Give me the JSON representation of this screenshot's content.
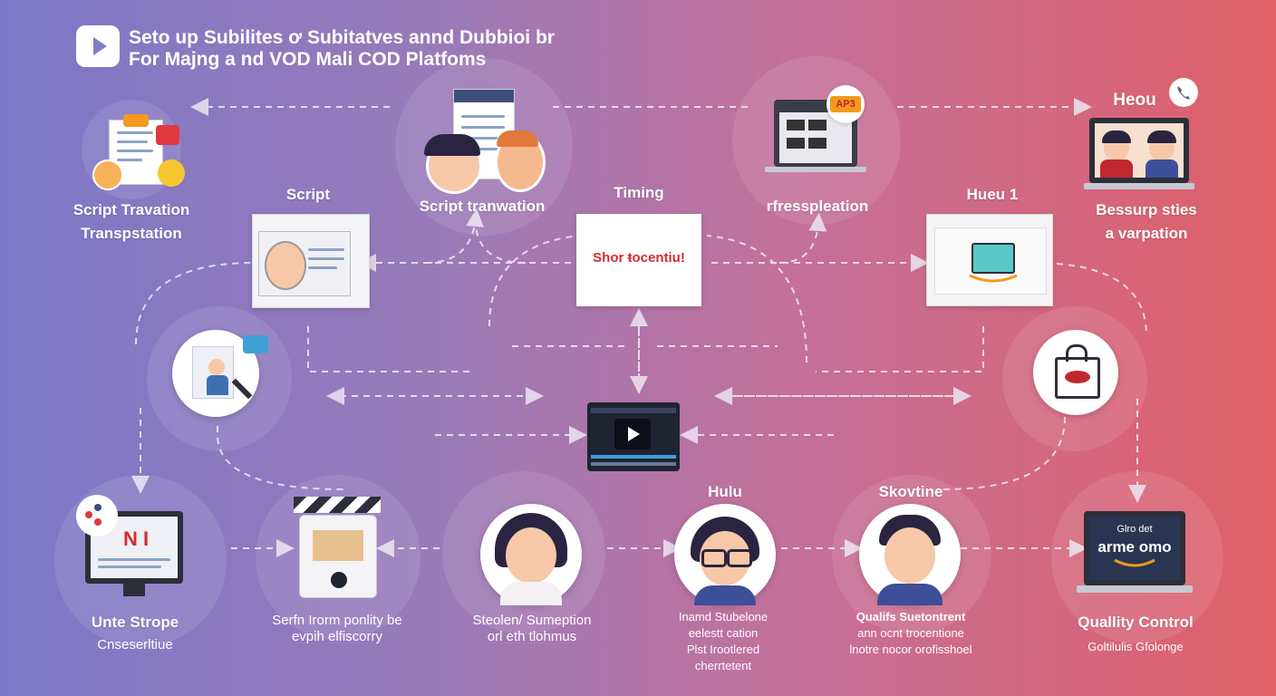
{
  "header": {
    "line1": "Seto up Subilites ơ Subitatves annd Dubbioi br",
    "line2": "For Majng a nd VOD Mali COD Platfoms"
  },
  "nodes": {
    "top_left": {
      "line1": "Script Travation",
      "line2": "Transpstation"
    },
    "script": {
      "label": "Script"
    },
    "script_translation": {
      "label": "Script tranwation"
    },
    "timing": {
      "label": "Timing",
      "card_text": "Shor ŧocentiu!"
    },
    "rtranspilation": {
      "label": "rfresspleation",
      "badge": "AP3"
    },
    "heou": {
      "label": "Heou"
    },
    "hueu1": {
      "label": "Hueu 1"
    },
    "top_right": {
      "line1": "Bessurp sties",
      "line2": "a varpation"
    },
    "unte_strope": {
      "line1": "Unte Strope",
      "line2": "Cnseserltiue",
      "screen_text": "N I"
    },
    "serfn": {
      "line1": "Serfn Irorm ponlity be",
      "line2": "evpih elfiscorry"
    },
    "steolen": {
      "line1": "Steolen/ Sumeption",
      "line2": "orl eth tlohmus"
    },
    "hulu": {
      "label": "Hulu",
      "line1": "Inamd Stubelone",
      "line2": "eelestt cation",
      "line3": "Plst Irootlered",
      "line4": "cherrtetent"
    },
    "skovtine": {
      "label": "Skovtine",
      "line1": "Qualifs Suetontrent",
      "line2": "ann ocnt trocentione",
      "line3": "lnotre nocor orofisshoel"
    },
    "quality": {
      "line1": "Quallity Control",
      "line2": "Goltilulis Gfolonge",
      "screen_top": "Glro det",
      "screen_main": "arme omo"
    }
  },
  "colors": {
    "accent_red": "#e0383e",
    "arrow": "#e8e4f0",
    "amazon_orange": "#f29a1e"
  }
}
